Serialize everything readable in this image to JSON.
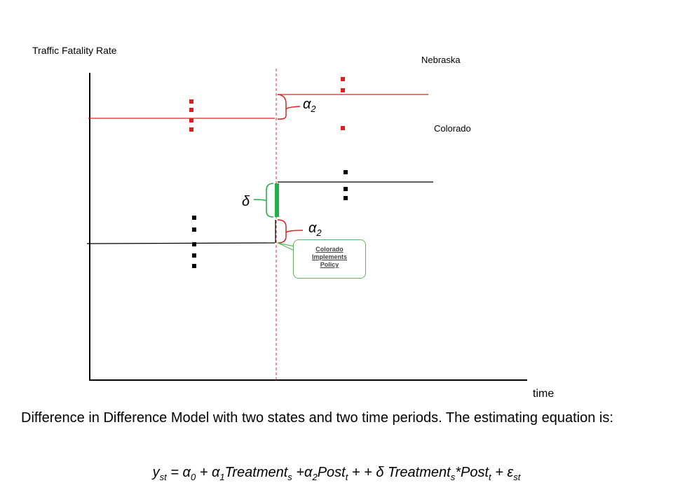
{
  "axes": {
    "ylabel": "Traffic Fatality Rate",
    "xlabel": "time"
  },
  "legend": {
    "nebraska": "Nebraska",
    "colorado": "Colorado"
  },
  "labels": {
    "alpha_symbol": "α",
    "alpha_sub": "2",
    "delta": "δ",
    "callout_line1": "Colorado",
    "callout_line2": "Implements",
    "callout_line3": "Policy"
  },
  "caption": "Difference in Difference Model with two states and two time periods.   The estimating equation is:",
  "equation": {
    "y": "y",
    "y_sub": "st",
    "p1": " = α",
    "a0_sub": "0",
    "p2": " + α",
    "a1_sub": "1",
    "p3": "Treatment",
    "treat_sub": "s",
    "p4": " +α",
    "a2_sub": "2",
    "p5": "Post",
    "post_sub": "t",
    "p6": " + + δ Treatment",
    "treat2_sub": "s",
    "p7": "*Post",
    "post2_sub": "t",
    "p8": " + ε",
    "eps_sub": "st"
  },
  "colors": {
    "red": "#e02020",
    "black": "#000000",
    "green": "#22b04a",
    "dashed_red": "#e03030"
  }
}
